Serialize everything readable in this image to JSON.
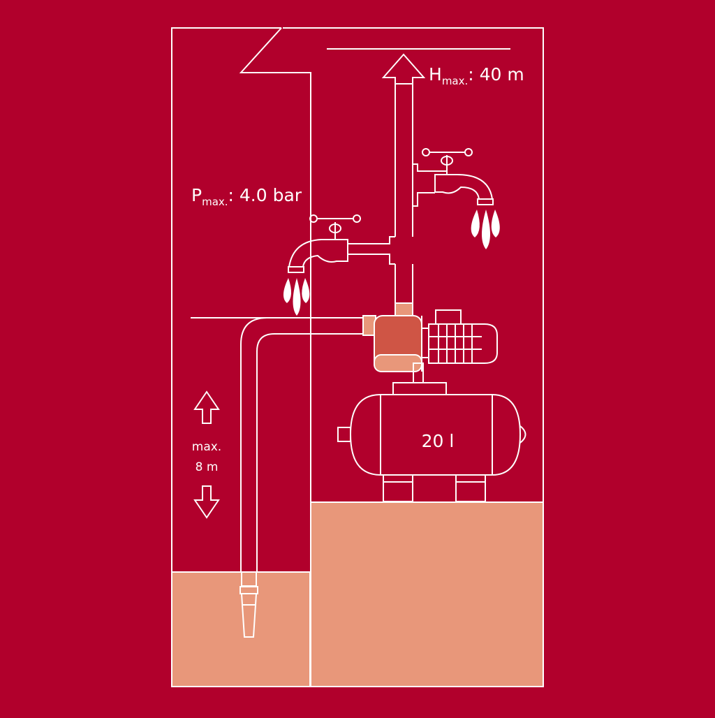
{
  "colors": {
    "background": "#b1002c",
    "line": "#ffffff",
    "ground": "#e8977a",
    "pump_housing": "#cf5545"
  },
  "labels": {
    "pressure_main": "P",
    "pressure_sub": "max.",
    "pressure_value": ": 4.0 bar",
    "height_main": "H",
    "height_sub": "max.",
    "height_value": ": 40 m",
    "suction_line1": "max.",
    "suction_line2": "8 m",
    "tank_volume": "20 l"
  },
  "icons": {
    "up_arrow": "arrow-up-icon",
    "down_arrow": "arrow-down-icon",
    "faucet": "faucet-icon",
    "water_drops": "water-drops-icon",
    "pump": "pump-icon",
    "tank": "pressure-tank-icon"
  }
}
